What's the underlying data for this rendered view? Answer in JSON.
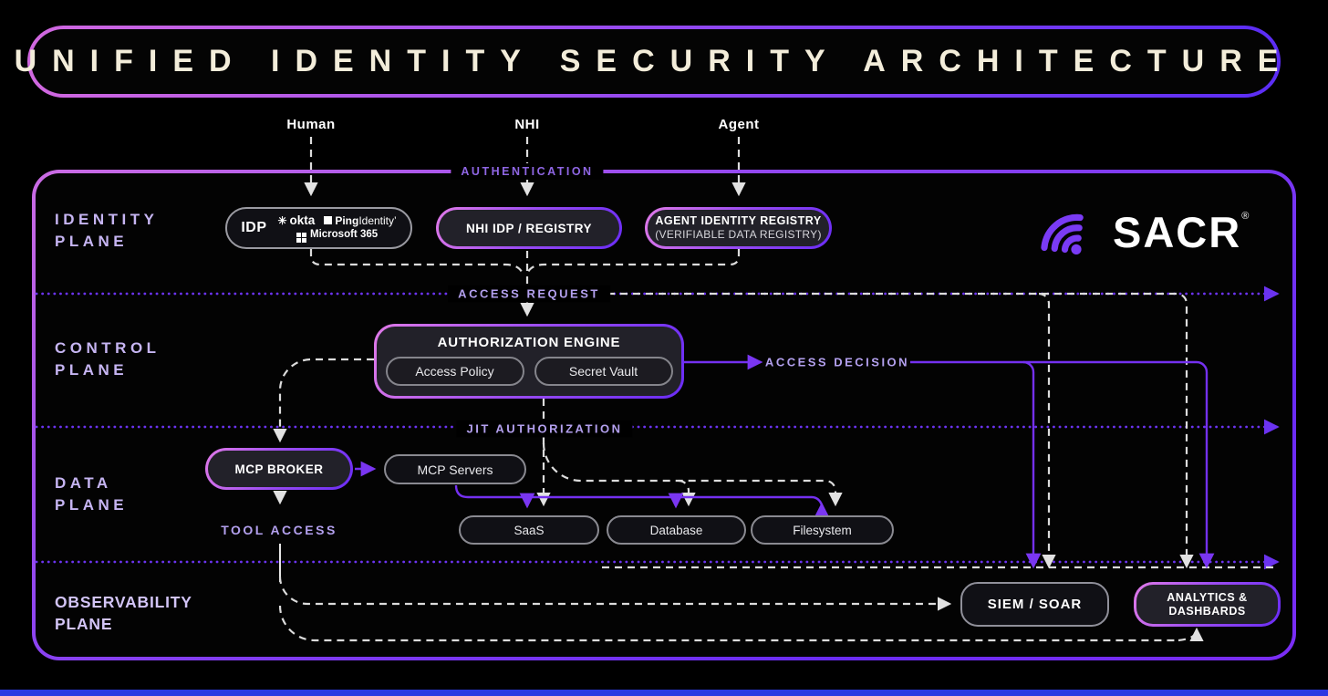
{
  "title": "UNIFIED IDENTITY SECURITY ARCHITECTURE",
  "actors": {
    "human": "Human",
    "nhi": "NHI",
    "agent": "Agent"
  },
  "flow_labels": {
    "authentication": "AUTHENTICATION",
    "access_request": "ACCESS REQUEST",
    "access_decision": "ACCESS DECISION",
    "jit_authorization": "JIT AUTHORIZATION",
    "tool_access": "TOOL ACCESS"
  },
  "planes": {
    "identity": {
      "line1": "IDENTITY",
      "line2": "PLANE"
    },
    "control": {
      "line1": "CONTROL",
      "line2": "PLANE"
    },
    "data": {
      "line1": "DATA",
      "line2": "PLANE"
    },
    "observability": {
      "line1": "OBSERVABILITY",
      "line2": "PLANE"
    }
  },
  "identity_plane": {
    "idp": {
      "label": "IDP",
      "okta": "okta",
      "ping_bold": "Ping",
      "ping_light": "Identity’",
      "microsoft": "Microsoft 365"
    },
    "nhi_registry": "NHI IDP / REGISTRY",
    "agent_registry": {
      "line1": "AGENT IDENTITY REGISTRY",
      "line2": "(VERIFIABLE DATA REGISTRY)"
    }
  },
  "control_plane": {
    "engine_title": "AUTHORIZATION ENGINE",
    "access_policy": "Access Policy",
    "secret_vault": "Secret Vault"
  },
  "data_plane": {
    "mcp_broker": "MCP BROKER",
    "mcp_servers": "MCP Servers",
    "resources": [
      "SaaS",
      "Database",
      "Filesystem"
    ]
  },
  "observability_plane": {
    "siem": "SIEM / SOAR",
    "analytics_line1": "ANALYTICS &",
    "analytics_line2": "DASHBARDS"
  },
  "logo": {
    "text": "SACR",
    "registered": "®"
  },
  "colors": {
    "accent_purple": "#7430f0",
    "gradient_pink": "#d168e0",
    "gradient_violet": "#6a2cf5",
    "label_lavender": "#b3a0ee",
    "plane_label_lavender": "#c6b5f2",
    "dashed_white": "#dcdcdc",
    "bottom_bar_blue": "#2b39e2"
  }
}
